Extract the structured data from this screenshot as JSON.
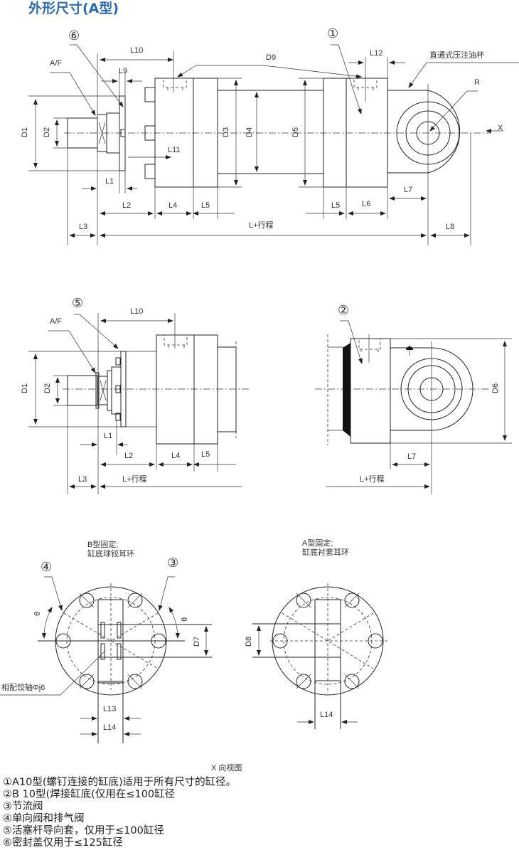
{
  "title": "外形尺寸(A型)",
  "callouts": {
    "c1": "①",
    "c2": "②",
    "c3": "③",
    "c4": "④",
    "c5": "⑤",
    "c6": "⑥"
  },
  "view_a": {
    "labels": {
      "af": "A/F",
      "l10": "L10",
      "l9": "L9",
      "d9": "D9",
      "l12": "L12",
      "grease": "直通式压注油杯",
      "r": "R",
      "x": "X",
      "d1": "D1",
      "d2": "D2",
      "d3": "D3",
      "d4": "D4",
      "d5": "D5",
      "l11": "L11",
      "l1": "L1",
      "l2": "L2",
      "l4": "L4",
      "l5a": "L5",
      "l5b": "L5",
      "l6": "L6",
      "l7": "L7",
      "l3": "L3",
      "lstroke": "L+行程",
      "l8": "L8"
    }
  },
  "view_b": {
    "labels": {
      "af": "A/F",
      "l10": "L10",
      "d1": "D1",
      "d2": "D2",
      "l1": "L1",
      "l2": "L2",
      "l4": "L4",
      "l5": "L5",
      "l3": "L3",
      "lstroke": "L+行程"
    }
  },
  "view_c": {
    "labels": {
      "d6": "D6",
      "l7": "L7",
      "lstroke": "L+行程"
    }
  },
  "view_x": {
    "b_type": "B型固定;",
    "b_desc": "缸底球铰耳环",
    "a_type": "A型固定;",
    "a_desc": "缸底衬套耳环",
    "theta": "θ",
    "d7": "D7",
    "d8": "D8",
    "shaft": "相配饺轴Φj6",
    "l13": "L13",
    "l14a": "L14",
    "l14b": "L14",
    "caption": "X 向视图"
  },
  "notes": [
    "①A10型(螺钉连接的缸底)适用于所有尺寸的缸径。",
    "②B 10型(焊接缸底(仅用在≤100缸径",
    "③节流阀",
    "④单向阀和排气阀",
    "⑤活塞杆导向套，仅用于≤100缸径",
    "⑥密封盖仅用于≤125缸径"
  ]
}
